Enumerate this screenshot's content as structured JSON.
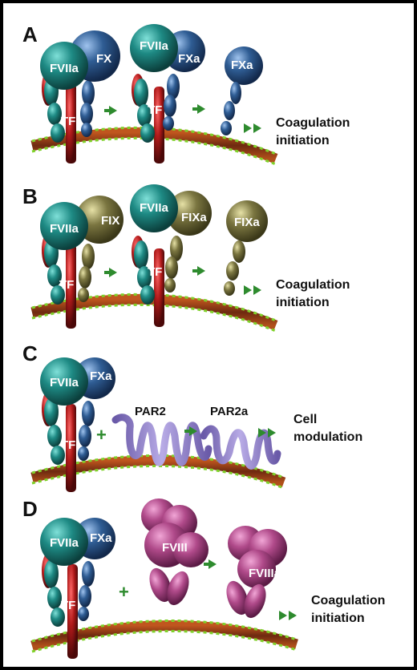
{
  "panels": [
    {
      "letter": "A",
      "complex": {
        "left": "FVIIa",
        "right": "FX"
      },
      "complex2": {
        "left": "FVIIa",
        "right": "FXa"
      },
      "free": "FXa",
      "tf": "TF",
      "outcome": [
        "Coagulation",
        "initiation"
      ],
      "color": "#2f5d94"
    },
    {
      "letter": "B",
      "complex": {
        "left": "FVIIa",
        "right": "FIX"
      },
      "complex2": {
        "left": "FVIIa",
        "right": "FIXa"
      },
      "free": "FIXa",
      "tf": "TF",
      "outcome": [
        "Coagulation",
        "initiation"
      ],
      "color": "#7a7540"
    },
    {
      "letter": "C",
      "complex": {
        "left": "FVIIa",
        "right": "FXa"
      },
      "tf": "TF",
      "receptor": "PAR2",
      "receptor_active": "PAR2a",
      "outcome": [
        "Cell",
        "modulation"
      ],
      "plus": "+"
    },
    {
      "letter": "D",
      "complex": {
        "left": "FVIIa",
        "right": "FXa"
      },
      "tf": "TF",
      "cofactor": "FVIII",
      "cofactor_active": "FVIIIa",
      "outcome": [
        "Coagulation",
        "initiation"
      ],
      "plus": "+"
    }
  ],
  "colors": {
    "fviia": "#1e7f7a",
    "tf": "#b01a1a",
    "membrane": "#8a3a1a",
    "membrane_heads": "#7fd12a",
    "arrow": "#2e8b2e",
    "par2": "#8f7fc6",
    "fviii": "#b04a8a"
  }
}
